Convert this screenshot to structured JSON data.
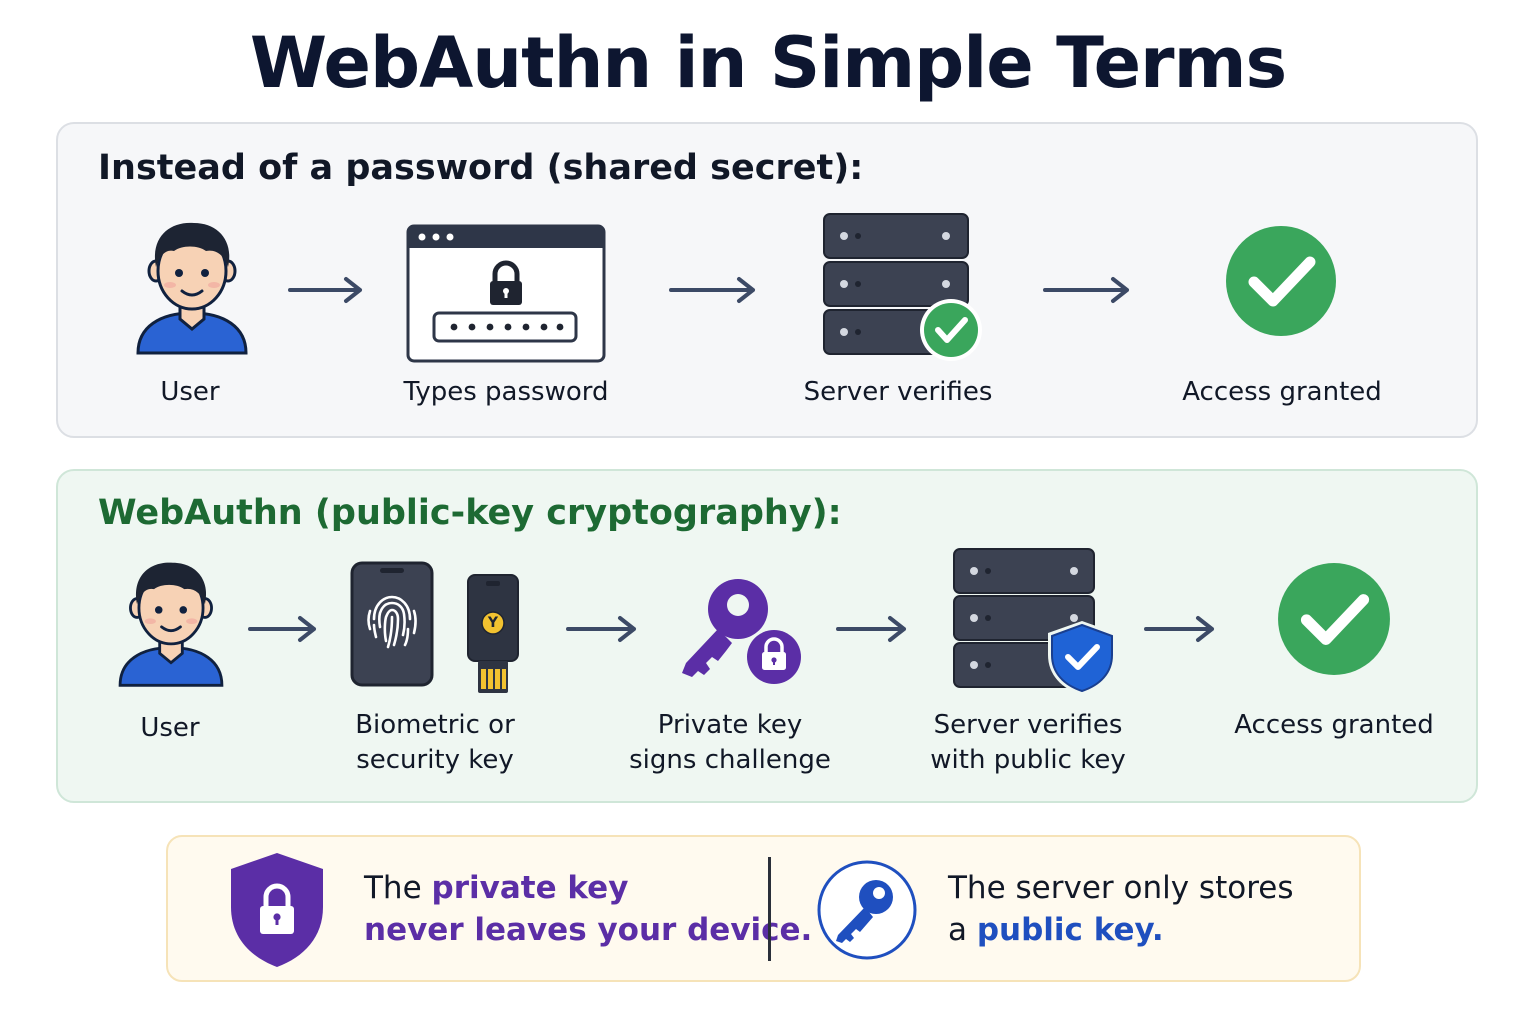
{
  "title": "WebAuthn in Simple Terms",
  "colors": {
    "title": "#0d1630",
    "green_heading": "#1d6a33",
    "check_green": "#3aa65c",
    "purple": "#5b2ea6",
    "blue": "#1f4fbf",
    "user_shirt": "#2a63d3",
    "server_dark": "#3c4252"
  },
  "password_flow": {
    "heading": "Instead of a password (shared secret):",
    "steps": [
      {
        "icon": "user-icon",
        "label": "User"
      },
      {
        "icon": "password-window-icon",
        "label": "Types password"
      },
      {
        "icon": "server-check-icon",
        "label": "Server verifies"
      },
      {
        "icon": "check-circle-icon",
        "label": "Access granted"
      }
    ]
  },
  "webauthn_flow": {
    "heading": "WebAuthn (public-key cryptography):",
    "steps": [
      {
        "icon": "user-icon",
        "label_lines": [
          "User"
        ]
      },
      {
        "icon": "biometric-security-key-icon",
        "label_lines": [
          "Biometric or",
          "security key"
        ]
      },
      {
        "icon": "private-key-lock-icon",
        "label_lines": [
          "Private key",
          "signs challenge"
        ]
      },
      {
        "icon": "server-shield-icon",
        "label_lines": [
          "Server verifies",
          "with public key"
        ]
      },
      {
        "icon": "check-circle-icon",
        "label_lines": [
          "Access granted"
        ]
      }
    ],
    "security_key_letter": "Y"
  },
  "footer": {
    "left": {
      "icon": "shield-lock-icon",
      "line1_prefix": "The ",
      "line1_highlight": "private key",
      "line2": "never leaves your device."
    },
    "right": {
      "icon": "key-circle-icon",
      "line1": "The server only stores",
      "line2_prefix": "a ",
      "line2_highlight": "public key."
    }
  }
}
